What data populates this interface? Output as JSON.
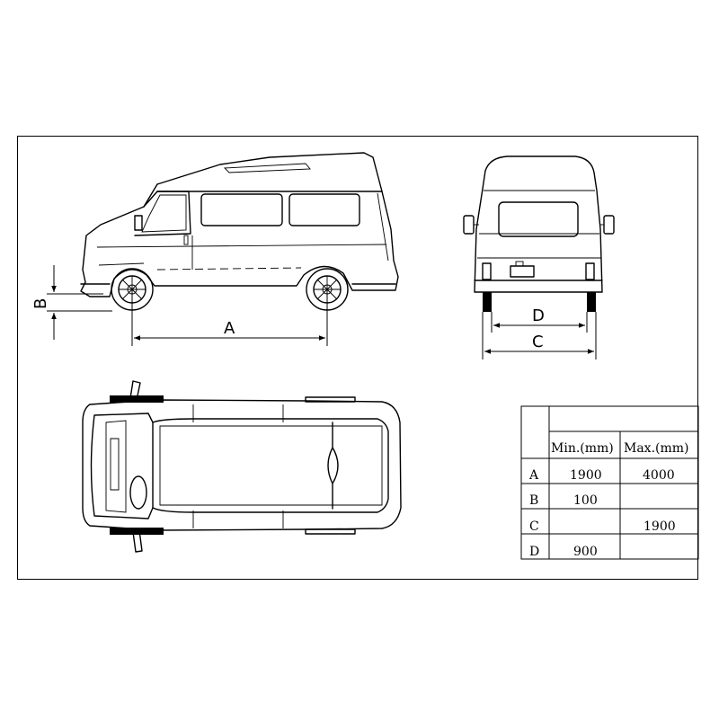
{
  "dimension_labels": {
    "a": "A",
    "b": "B",
    "c": "C",
    "d": "D"
  },
  "table": {
    "headers": {
      "min": "Min.(mm)",
      "max": "Max.(mm)"
    },
    "rows": [
      {
        "label": "A",
        "min": "1900",
        "max": "4000"
      },
      {
        "label": "B",
        "min": "100",
        "max": ""
      },
      {
        "label": "C",
        "min": "",
        "max": "1900"
      },
      {
        "label": "D",
        "min": "900",
        "max": ""
      }
    ]
  }
}
